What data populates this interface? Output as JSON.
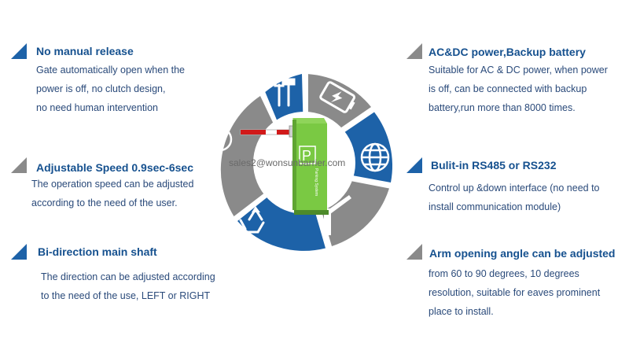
{
  "features": [
    {
      "id": "no-manual-release",
      "title": "No manual release",
      "lines": [
        "Gate automatically open when the",
        "power is off, no clutch design,",
        "no need human intervention"
      ]
    },
    {
      "id": "adjustable-speed",
      "title": "Adjustable Speed 0.9sec-6sec",
      "lines": [
        "The operation speed can be adjusted",
        "according to the need of the user."
      ]
    },
    {
      "id": "bi-direction-shaft",
      "title": "Bi-direction main shaft",
      "lines": [
        "The direction can be adjusted according",
        "to the need of the use, LEFT or RIGHT"
      ]
    },
    {
      "id": "ac-dc-power",
      "title": "AC&DC power,Backup battery",
      "lines": [
        "Suitable for AC & DC power, when power",
        "is off, can be connected with backup",
        "battery,run more than 8000 times."
      ]
    },
    {
      "id": "rs485-rs232",
      "title": "Bulit-in RS485 or RS232",
      "lines": [
        "Control up &down interface (no need to",
        "install communication module)"
      ]
    },
    {
      "id": "arm-angle",
      "title": "Arm opening angle can be adjusted",
      "lines": [
        "from 60 to 90 degrees, 10 degrees",
        "resolution, suitable for eaves prominent",
        "place to install."
      ]
    }
  ],
  "watermark": "sales2@wonsunbarrier.com",
  "device": {
    "logo_letter": "P",
    "label": "Parking System"
  },
  "wheel_icons": [
    "tools-icon",
    "battery-icon",
    "globe-icon",
    "barrier-arm-icon",
    "recycle-icon",
    "clock-icon"
  ],
  "colors": {
    "blue": "#1d62a8",
    "gray": "#8a8a8a",
    "device_green": "#7ac943",
    "title_blue": "#16518f"
  }
}
